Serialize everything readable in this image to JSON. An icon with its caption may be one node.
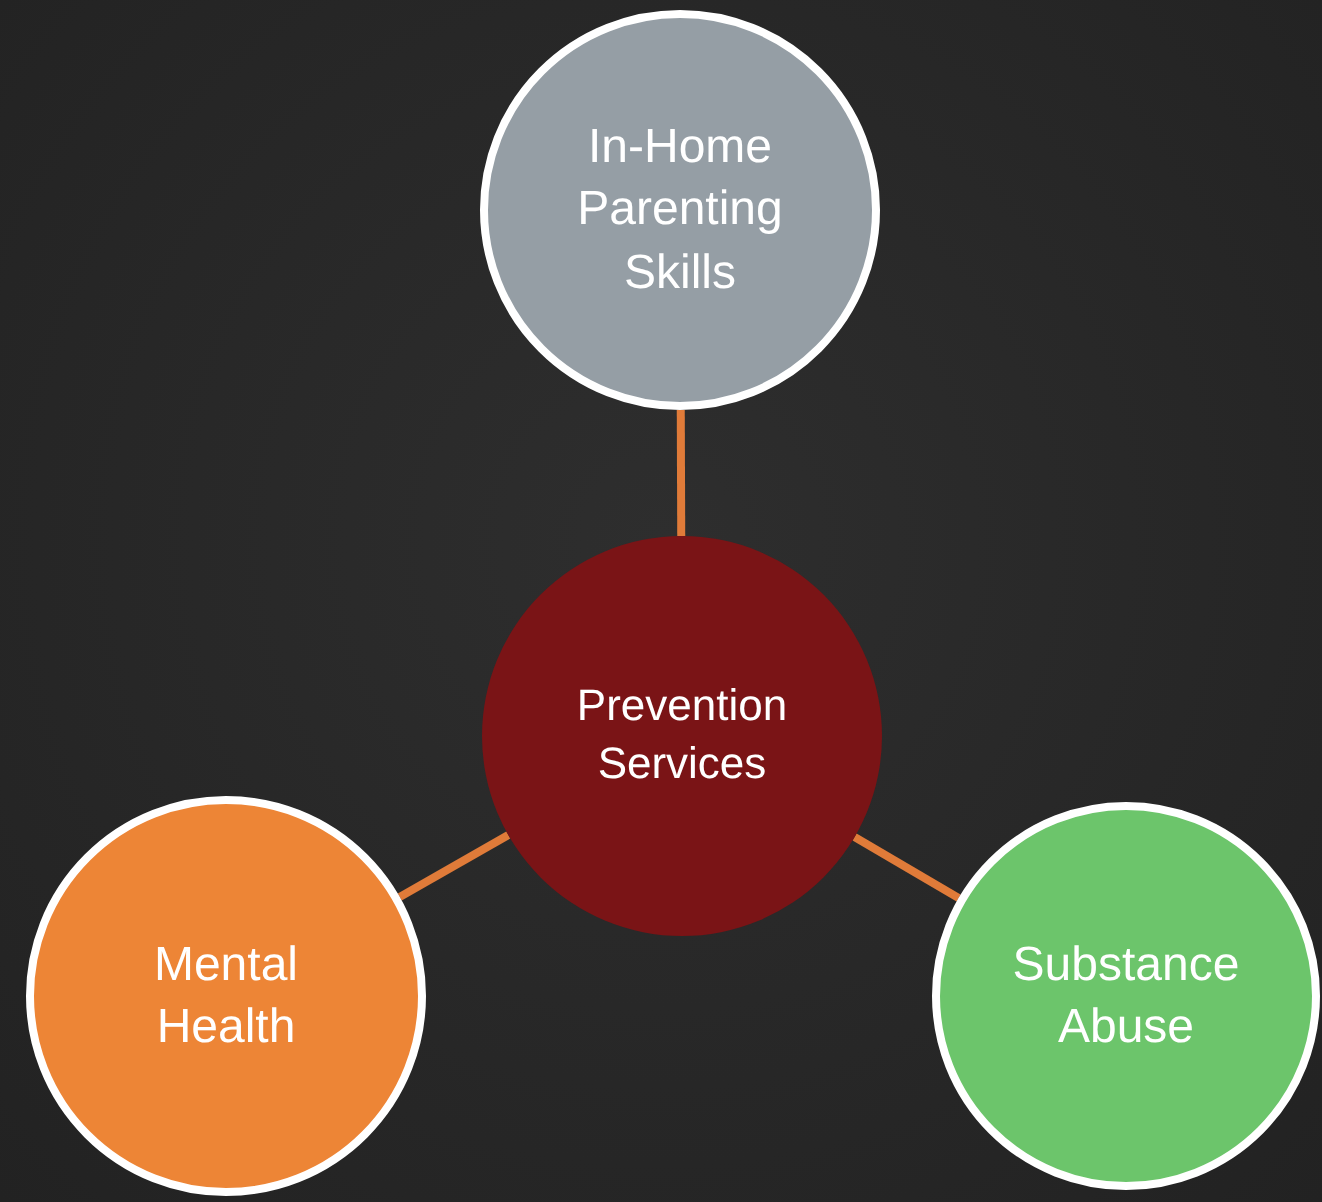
{
  "diagram": {
    "nodes": [
      {
        "text": [
          "In-Home Parenting Skills"
        ]
      },
      {
        "text": [
          "Prevention Services"
        ]
      },
      {
        "text": [
          "Mental Health"
        ]
      },
      {
        "text": [
          "Substance Abuse"
        ]
      }
    ],
    "edges": [
      {
        "from": 1,
        "to": 0,
        "arrow": "none"
      },
      {
        "from": 1,
        "to": 2,
        "arrow": "none"
      },
      {
        "from": 1,
        "to": 3,
        "arrow": "none"
      }
    ]
  }
}
